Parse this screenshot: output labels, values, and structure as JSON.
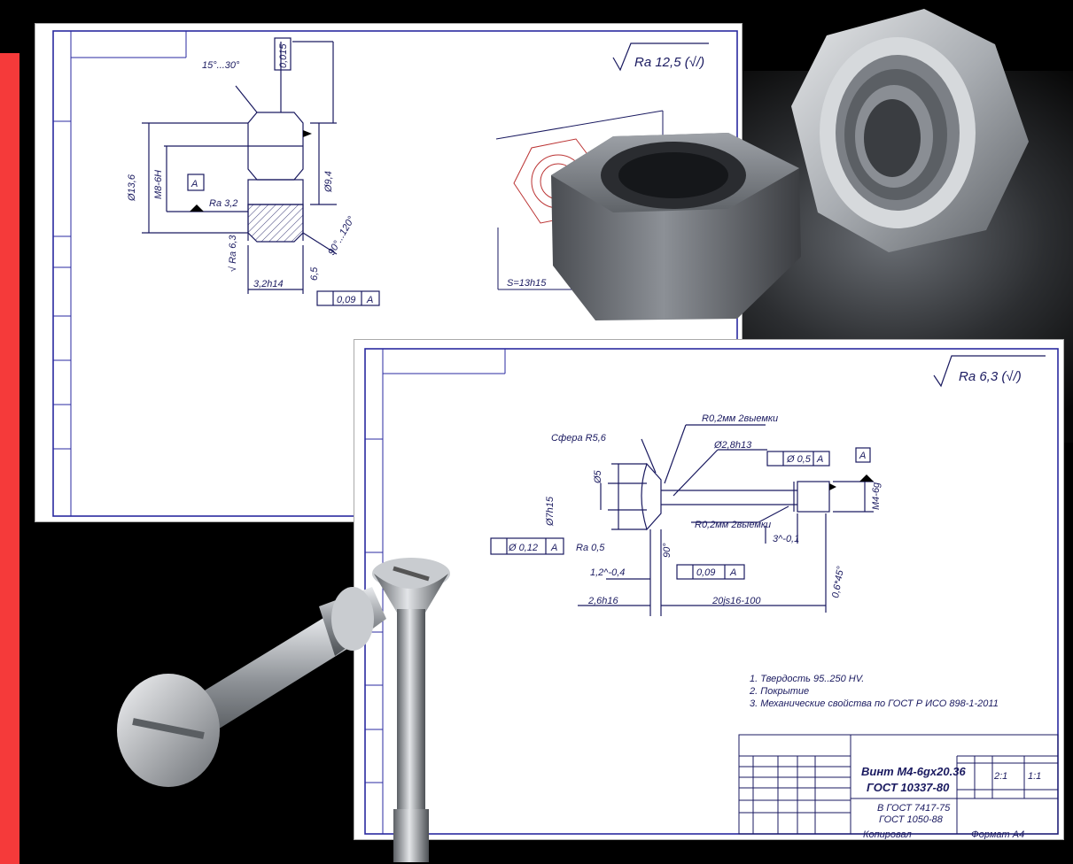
{
  "sheet1": {
    "roughness": "Ra 12,5 (√/)",
    "dims": {
      "chamfer_angle": "15°...30°",
      "tolerance_top": "0,015",
      "outer_dia": "Ø13,6",
      "thread": "М8-6Н",
      "datum": "A",
      "face_roughness": "Ra 3,2",
      "inner_dia": "Ø9,4",
      "countersink": "90°...120°",
      "roughness_small": "√ Ra 6,3",
      "height": "6,5",
      "width": "3,2h14",
      "runout": "0,09",
      "runout_datum": "A",
      "across_flats": "S=13h15"
    }
  },
  "sheet2": {
    "roughness": "Ra 6,3 (√/)",
    "dims": {
      "sphere": "Сфера R5,6",
      "callout_top": "R0,2мм 2выемки",
      "shank_dia": "Ø2,8h13",
      "position_tol": "Ø 0,5",
      "position_datum": "A",
      "datum": "A",
      "head_dia": "Ø7h15",
      "head_h": "Ø5",
      "thread": "М4-6g",
      "flatness": "Ø 0,12",
      "flatness_datum": "A",
      "head_roughness": "Ra 0,5",
      "angle_90": "90°",
      "callout_bottom": "R0,2мм 2выемки",
      "thread_len": "3^-0,1",
      "runout": "0,09",
      "runout_datum": "A",
      "slot_depth": "1,2^-0,4",
      "slot_width": "2,6h16",
      "length": "20js16-100",
      "chamfer": "0,6*45°"
    },
    "notes": [
      "1. Твердость 95..250 HV.",
      "2. Покрытие",
      "3. Механические свойства по ГОСТ Р ИСО 898-1-2011"
    ],
    "title_block": {
      "name_line1": "Винт М4-6gx20.36",
      "name_line2": "ГОСТ 10337-80",
      "material_line1": "В ГОСТ 7417-75",
      "material_line2": "ГОСТ 1050-88",
      "sheet_info": "2:1",
      "scale": "1:1",
      "copied": "Копировал",
      "format": "Формат  А4"
    }
  }
}
